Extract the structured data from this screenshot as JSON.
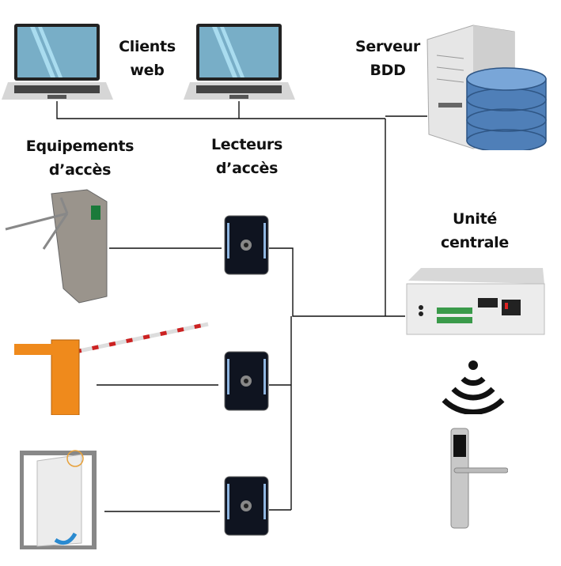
{
  "labels": {
    "clients": [
      "Clients",
      "web"
    ],
    "server": [
      "Serveur",
      "BDD"
    ],
    "equipment": [
      "Equipements",
      "d’accès"
    ],
    "readers": [
      "Lecteurs",
      "d’accès"
    ],
    "central": [
      "Unité",
      "centrale"
    ]
  },
  "icons": {
    "laptop": "laptop-icon",
    "server": "database-server-icon",
    "turnstile": "turnstile-icon",
    "barrier": "barrier-gate-icon",
    "door": "door-icon",
    "reader": "card-reader-icon",
    "central": "control-unit-icon",
    "wireless": "wireless-signal-icon",
    "lock": "door-handle-lock-icon"
  }
}
